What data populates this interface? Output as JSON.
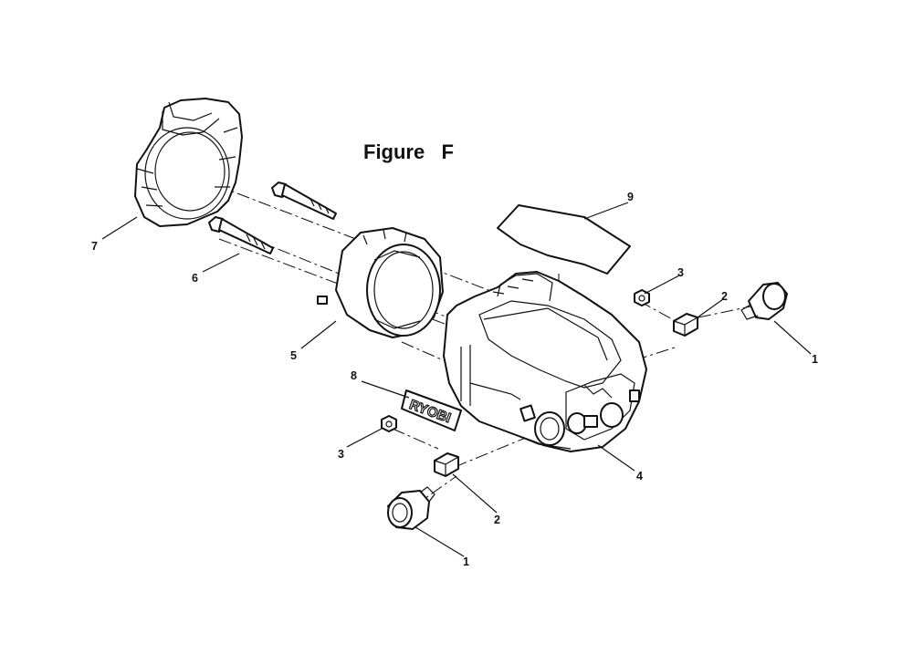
{
  "figure": {
    "title": "Figure   F",
    "logo_text": "RYOBI"
  },
  "callouts": [
    {
      "id": "c1a",
      "label": "1"
    },
    {
      "id": "c1b",
      "label": "1"
    },
    {
      "id": "c2a",
      "label": "2"
    },
    {
      "id": "c2b",
      "label": "2"
    },
    {
      "id": "c3a",
      "label": "3"
    },
    {
      "id": "c3b",
      "label": "3"
    },
    {
      "id": "c4",
      "label": "4"
    },
    {
      "id": "c5",
      "label": "5"
    },
    {
      "id": "c6",
      "label": "6"
    },
    {
      "id": "c7",
      "label": "7"
    },
    {
      "id": "c8",
      "label": "8"
    },
    {
      "id": "c9",
      "label": "9"
    }
  ]
}
